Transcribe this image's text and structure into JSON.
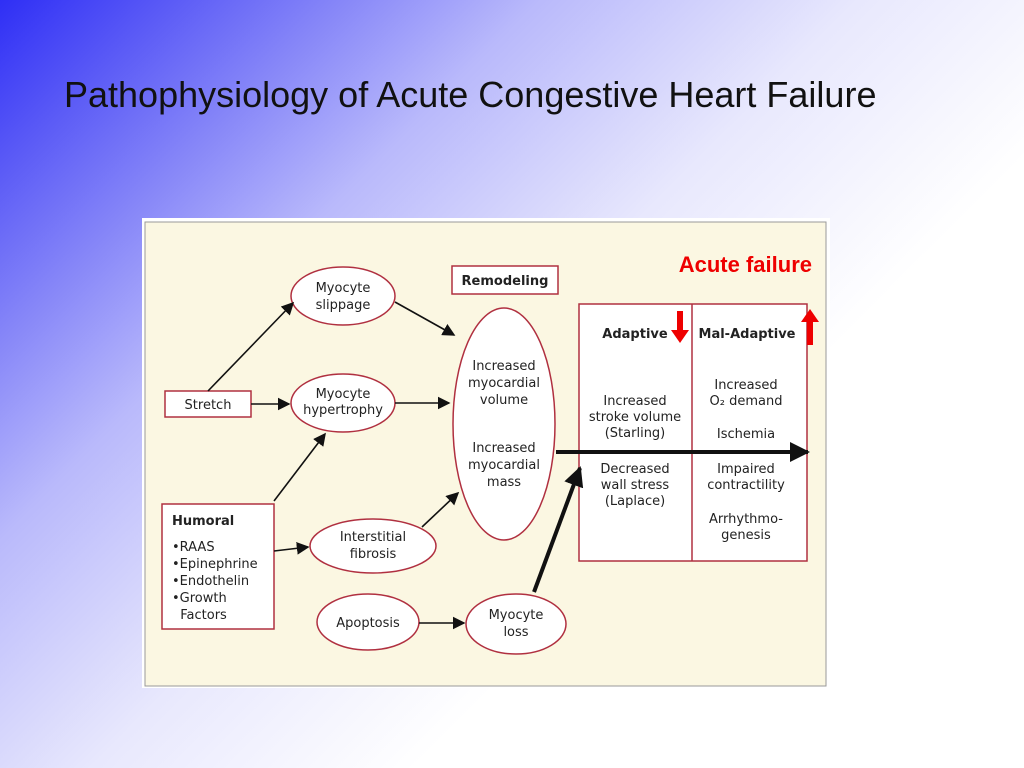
{
  "slide": {
    "title": "Pathophysiology of Acute Congestive Heart Failure"
  },
  "diagram": {
    "acute_failure": "Acute failure",
    "remodeling": "Remodeling",
    "stretch": "Stretch",
    "myocyte_slippage": [
      "Myocyte",
      "slippage"
    ],
    "myocyte_hypertrophy": [
      "Myocyte",
      "hypertrophy"
    ],
    "interstitial_fibrosis": [
      "Interstitial",
      "fibrosis"
    ],
    "apoptosis": "Apoptosis",
    "myocyte_loss": [
      "Myocyte",
      "loss"
    ],
    "humoral": {
      "title": "Humoral",
      "items": [
        "•RAAS",
        "•Epinephrine",
        "•Endothelin",
        "•Growth",
        "  Factors"
      ]
    },
    "central": {
      "volume": [
        "Increased",
        "myocardial",
        "volume"
      ],
      "mass": [
        "Increased",
        "myocardial",
        "mass"
      ]
    },
    "adaptive": {
      "header": "Adaptive",
      "top": [
        "Increased",
        "stroke volume",
        "(Starling)"
      ],
      "bottom": [
        "Decreased",
        "wall stress",
        "(Laplace)"
      ]
    },
    "maladaptive": {
      "header": "Mal-Adaptive",
      "top": [
        "Increased",
        "O₂ demand",
        "",
        "Ischemia"
      ],
      "bottom": [
        "Impaired",
        "contractility",
        "",
        "Arrhythmo-",
        "genesis"
      ]
    },
    "colors": {
      "border": "#b03040",
      "background": "#fbf7e2",
      "alert": "#ee0000"
    }
  }
}
